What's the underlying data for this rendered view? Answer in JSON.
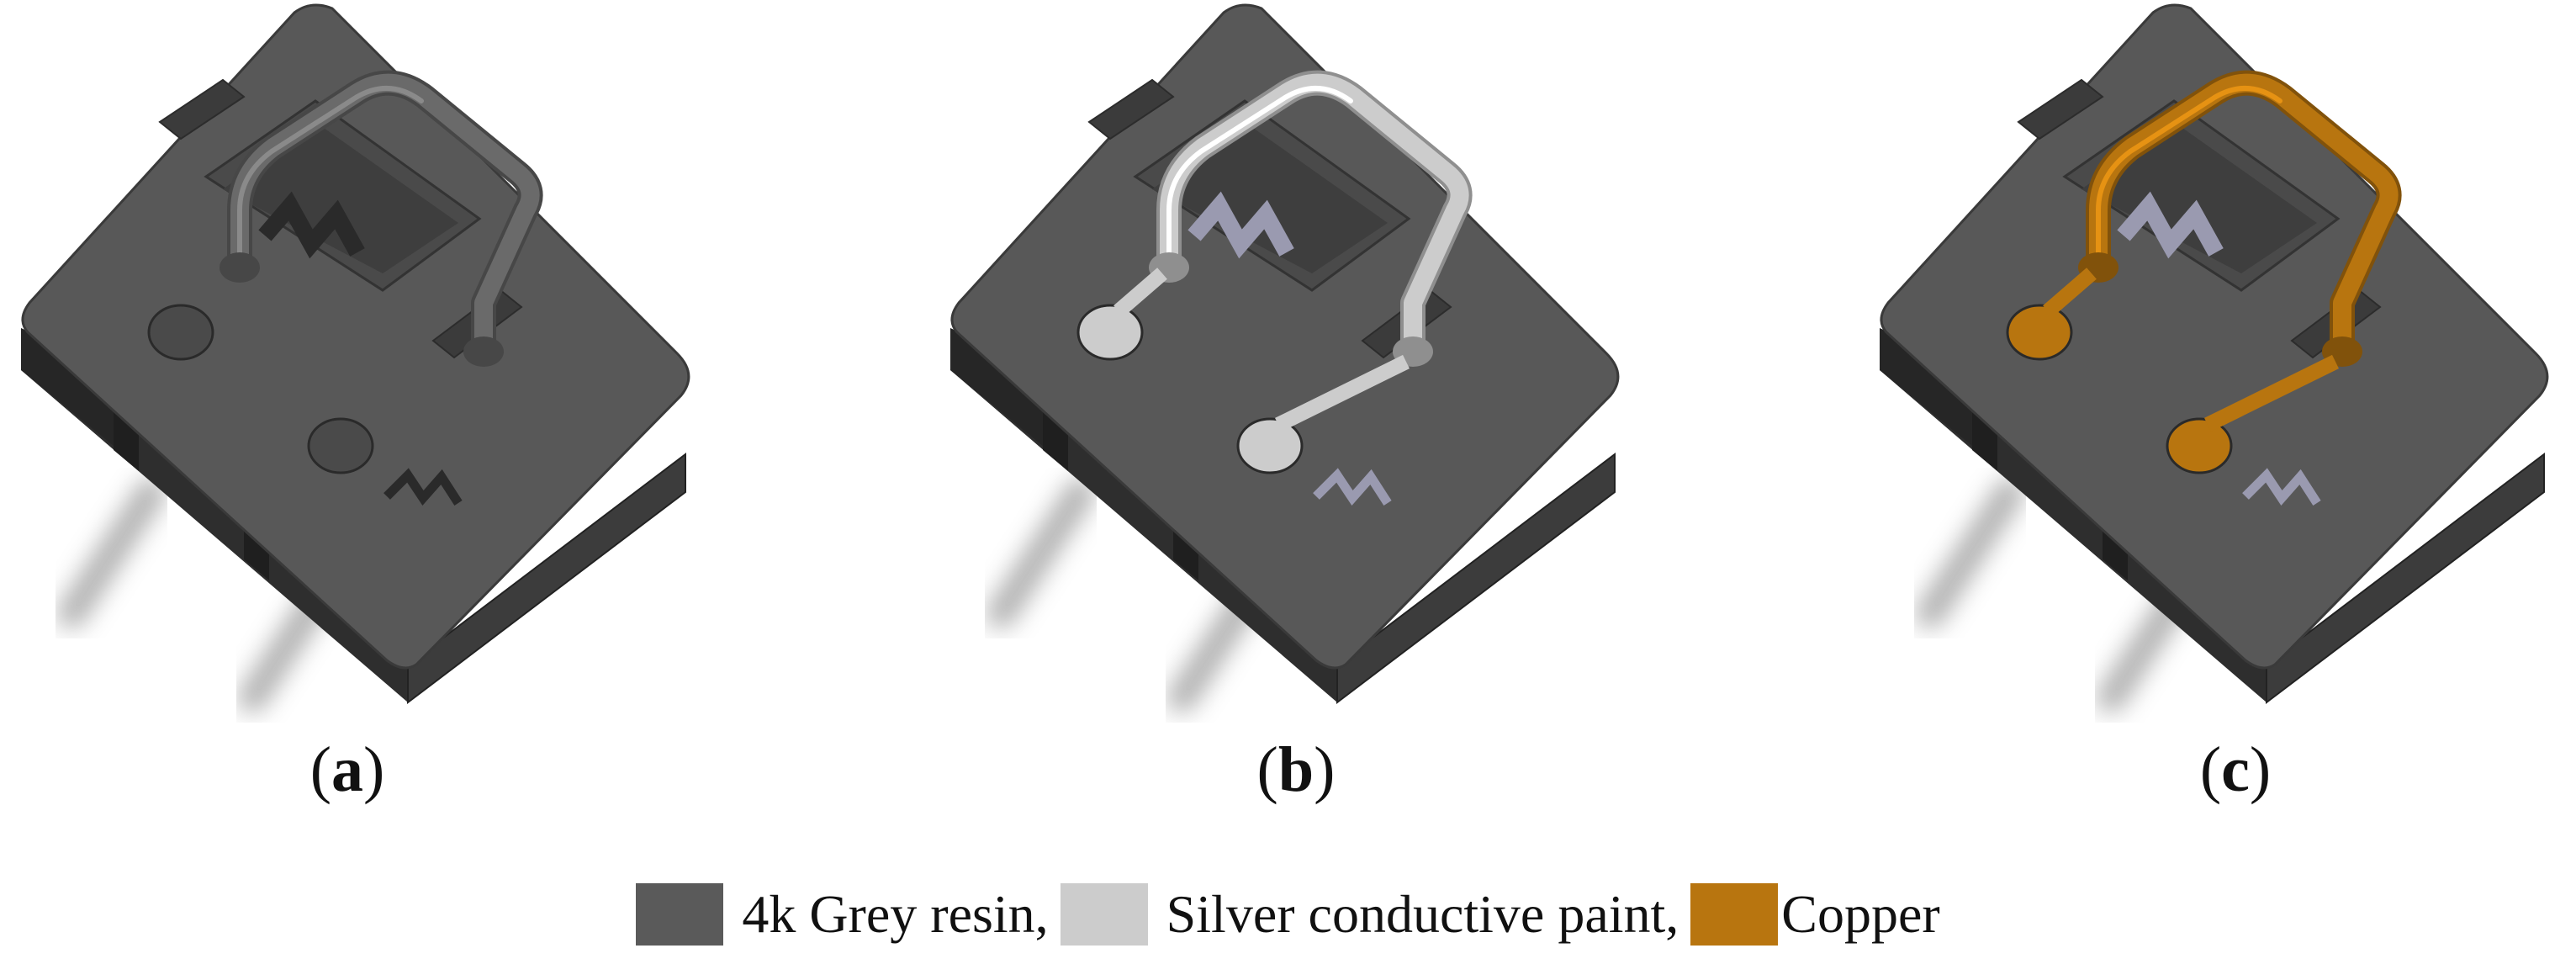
{
  "colors": {
    "resin": "#5a5a5a",
    "resin_top": "#585858",
    "resin_left": "#2e2e2e",
    "resin_right": "#3c3c3c",
    "silver": "#cccccc",
    "copper": "#b8750f"
  },
  "panels": [
    {
      "id": "a",
      "caption": "a",
      "material": "resin"
    },
    {
      "id": "b",
      "caption": "b",
      "material": "silver"
    },
    {
      "id": "c",
      "caption": "c",
      "material": "copper"
    }
  ],
  "legend": [
    {
      "label": "4k Grey resin,",
      "color": "#5a5a5a"
    },
    {
      "label": "Silver conductive paint,",
      "color": "#cccccc"
    },
    {
      "label": "Copper",
      "color": "#b8750f"
    }
  ]
}
